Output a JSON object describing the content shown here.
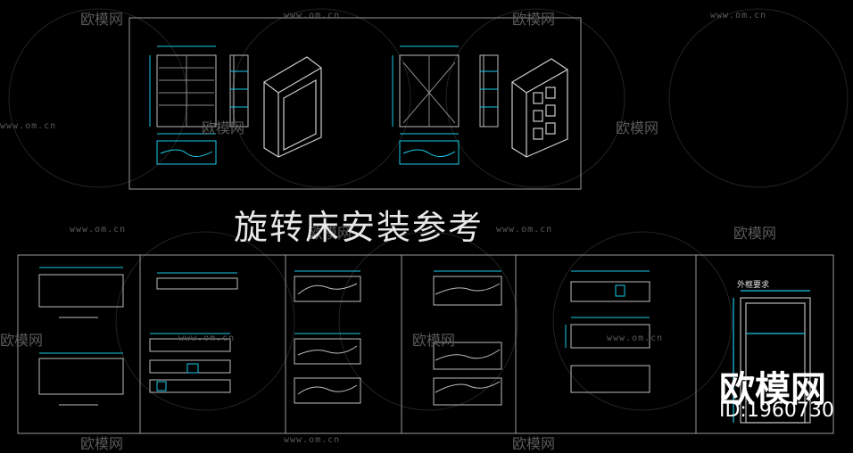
{
  "drawing": {
    "title": "旋转床安装参考",
    "panel_label": "外框要求"
  },
  "watermark": {
    "brand": "欧模网",
    "url": "www.om.cn",
    "id": "ID:1960730"
  },
  "colors": {
    "background": "#000000",
    "frame_line": "#9a9a9a",
    "dimension": "#18c8e8",
    "watermark": "#5a5a5a"
  }
}
